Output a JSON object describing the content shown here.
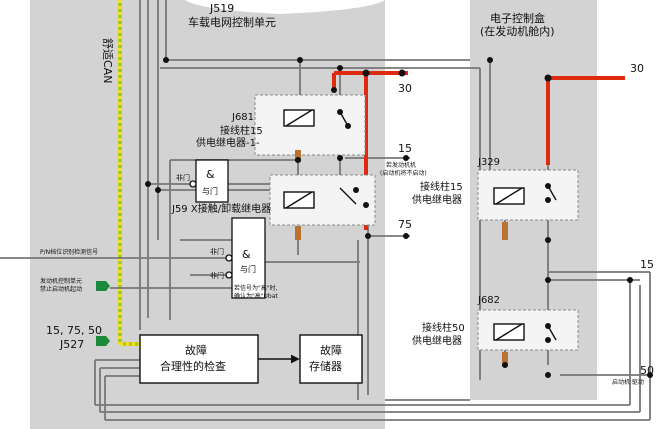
{
  "labels": {
    "j519_code": "J519",
    "j519_name": "车载电网控制单元",
    "ebox_line1": "电子控制盒",
    "ebox_line2": "(在发动机舱内)",
    "comfort_can": "舒适CAN",
    "j681_code": "J681",
    "j681_line1": "接线柱15",
    "j681_line2": "供电继电器-1-",
    "j59": "J59 X接触/卸载继电器",
    "j329_code": "J329",
    "j329_line1": "接线柱15",
    "j329_line2": "供电继电器",
    "j682_code": "J682",
    "j682_line1": "接线柱50",
    "j682_line2": "供电继电器",
    "j527_line1": "15, 75, 50",
    "j527_line2": "J527",
    "pn_signal": "P/N档位识别检测信号",
    "engine_ctrl_line1": "发动机控制单元",
    "engine_ctrl_line2": "禁止启动机起动",
    "fault_check_line1": "故障",
    "fault_check_line2": "合理性的检查",
    "fault_store_line1": "故障",
    "fault_store_line2": "存储器",
    "and_symbol": "&",
    "and_gate_label": "与门",
    "not_gate_label": "非门",
    "j59_note_line1": "若发动机机",
    "j59_note_line2": "(启动机将不启动)",
    "and_cond_line1": "若信号为\"高\"时,",
    "and_cond_line2": "确认为\"高\"Ubat",
    "starter_note": "启动机\n驱动",
    "term_30": "30",
    "term_15": "15",
    "term_75": "75",
    "term_50": "50"
  },
  "colors": {
    "panel_gray": "#d3d3d3",
    "red_wire": "#e02a10",
    "can_green": "#aacc22",
    "can_yellow": "#f0e020",
    "wire": "#777777",
    "signal_green": "#1b8a3a",
    "relay_box_fill": "#f4f4f4"
  }
}
